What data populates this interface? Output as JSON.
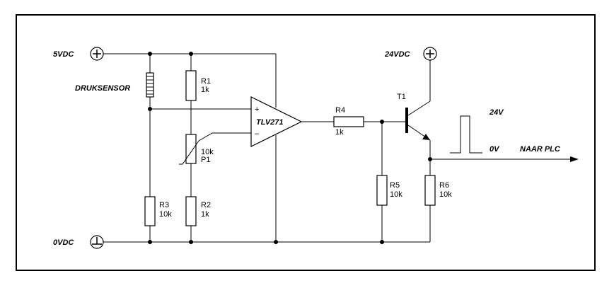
{
  "rails": {
    "vcc_label": "5VDC",
    "gnd_label": "0VDC",
    "v24_label": "24VDC"
  },
  "sensor_label": "DRUKSENSOR",
  "opamp": {
    "name": "TLV271",
    "plus": "+",
    "minus": "–"
  },
  "components": {
    "r1": {
      "name": "R1",
      "value": "1k"
    },
    "r2": {
      "name": "R2",
      "value": "1k"
    },
    "r3": {
      "name": "R3",
      "value": "10k"
    },
    "r4": {
      "name": "R4",
      "value": "1k"
    },
    "r5": {
      "name": "R5",
      "value": "10k"
    },
    "r6": {
      "name": "R6",
      "value": "10k"
    },
    "p1": {
      "name": "P1",
      "value": "10k"
    },
    "t1": {
      "name": "T1"
    }
  },
  "pulse": {
    "high": "24V",
    "low": "0V"
  },
  "output_label": "NAAR PLC"
}
